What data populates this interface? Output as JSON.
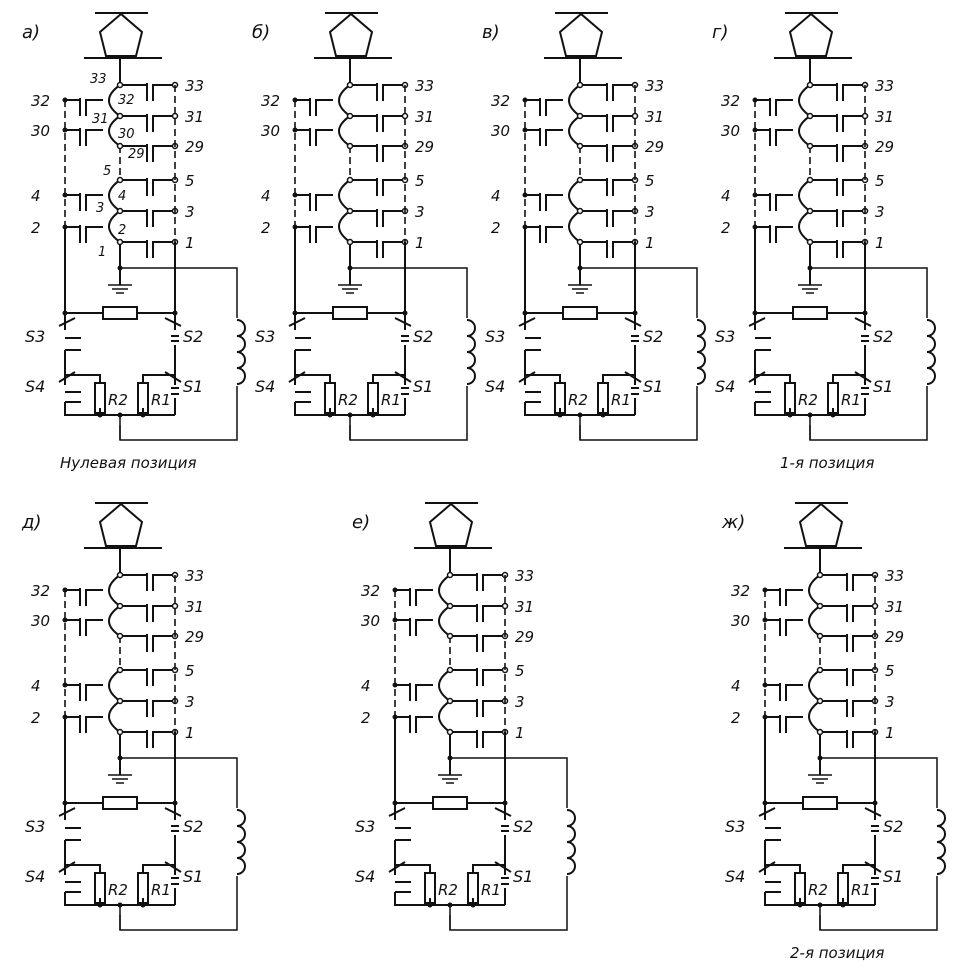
{
  "panels": [
    {
      "letter": "а)",
      "caption": "Нулевая позиция",
      "s_right_top": "S2"
    },
    {
      "letter": "б)",
      "caption": "",
      "s_right_top": "S2"
    },
    {
      "letter": "в)",
      "caption": "",
      "s_right_top": "S2"
    },
    {
      "letter": "г)",
      "caption": "1-я позиция",
      "s_right_top": "S2"
    },
    {
      "letter": "д)",
      "caption": "",
      "s_right_top": "S2"
    },
    {
      "letter": "е)",
      "caption": "",
      "s_right_top": "S2"
    },
    {
      "letter": "ж)",
      "caption": "2-я позиция",
      "s_right_top": "S2"
    }
  ],
  "left_terminals": [
    "32",
    "30",
    "4",
    "2"
  ],
  "right_terminals": [
    "33",
    "31",
    "29",
    "5",
    "3",
    "1"
  ],
  "inner_labels_panel_a": [
    "33",
    "32",
    "31",
    "30",
    "29",
    "5",
    "4",
    "3",
    "2",
    "1"
  ],
  "components": {
    "s3": "S3",
    "s4": "S4",
    "s1": "S1",
    "r1": "R1",
    "r2": "R2"
  }
}
